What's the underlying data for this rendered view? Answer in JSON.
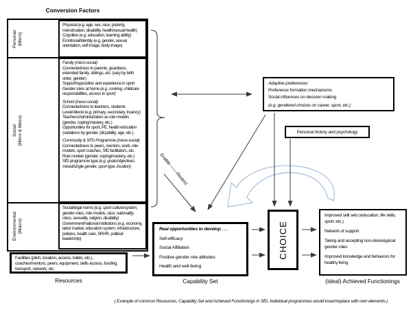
{
  "title": "Conversion Factors",
  "colors": {
    "line": "#3a3a3a",
    "brace": "#595959",
    "swoosh": "#b3c6e0"
  },
  "conversion": {
    "personal": {
      "side1": "Personal",
      "side2": "(Micro)",
      "items": [
        "Physical (e.g. age, sex, race, puberty, menstruation, disability, health/sexual health)",
        "Cognitive (e.g. education, learning ability)",
        "Emotional/Identity (e.g. gender, sexual orientation, self image, body image)"
      ]
    },
    "social": {
      "side1": "Social",
      "side2": "(Micro & Meso)",
      "family": {
        "heading": "Family (micro-social)",
        "lines": [
          {
            "t": "Connectedness to parents, guardians, extended family, siblings, etc. (vary by birth order, gender)",
            "it": ""
          },
          {
            "t": "Support/opposition and experience in sport",
            "it": ""
          },
          {
            "t": "Gender roles at home ",
            "it": "(e.g. cooking, childcare responsibilities, access to sport)"
          }
        ]
      },
      "school": {
        "heading": "School (meso-social)",
        "lines": [
          {
            "t": "Connectedness to teachers, students",
            "it": ""
          },
          {
            "t": "Level/Attend (e.g. primary, secondary, truancy)",
            "it": ""
          },
          {
            "t": "Teachers/Administrators as role models (gender, coping/mastery, etc.)",
            "it": ""
          },
          {
            "t": "Opportunities for sport, PE, health education (variations by gender, (dis)ability, age, etc.)",
            "it": ""
          }
        ]
      },
      "community": {
        "heading": "Community & SFD Programme (meso-social)",
        "lines": [
          {
            "t": "Connectedness to peers, mentors, work, role models, sport coaches, SfD facilitators, etc.",
            "it": ""
          },
          {
            "t": "Role models (gender, coping/mastery, etc.)",
            "it": ""
          },
          {
            "t": "SfD programme type ",
            "it": "(e.g. goals/objectives, mixed/single gender, sport type, location)"
          }
        ]
      }
    },
    "environmental": {
      "side1": "Environmental",
      "side2": "(Macro)",
      "lines": [
        {
          "t": "Social/legal norms ",
          "it": "(e.g. sport culture/system, gender roles, role models, race, nationality, class, sexuality, religion, disability)"
        },
        {
          "t": "Government/national institutions (e.g. economy, labor market, education system, infrastructure, policies, health care, SRHR, political leadership)",
          "it": ""
        }
      ]
    }
  },
  "resources": {
    "box": "Facilities (pitch, location, access, toilets, etc.), coaches/mentors, peers, equipment, skills access, funding, transport, network, etc.",
    "label": "Resources"
  },
  "adaptive": {
    "line1": "Adaptive preferences",
    "line2": "Preference formation mechanisms",
    "line3": "Social influences on decision making",
    "line4": "(e.g. gendered choices on career, sport, etc.)"
  },
  "personal_history": {
    "label": "Personal history and psychology"
  },
  "capability": {
    "heading": "Real opportunities to develop . . .",
    "items": [
      "Self-efficacy",
      "Social Affiliation",
      "Positive gender role attitudes",
      "Health and well-being"
    ],
    "label": "Capability Set"
  },
  "choice": {
    "label": "CHOICE"
  },
  "functionings": {
    "items": [
      "Improved skill sets (education, life skills, sport, etc.)",
      "Network of support",
      "Taking and accepting non-stereotypical gender roles",
      "Improved knowledge and behaviors for healthy living"
    ],
    "label": "(Ideal) Achieved Functionings"
  },
  "annotations": {
    "enable_restrict": "Enable -------Restrict"
  },
  "caption": "( Example of common Resources, Capability Set and Achieved Functionings in SfD. Individual programmes would insert/replace with own elements.)"
}
